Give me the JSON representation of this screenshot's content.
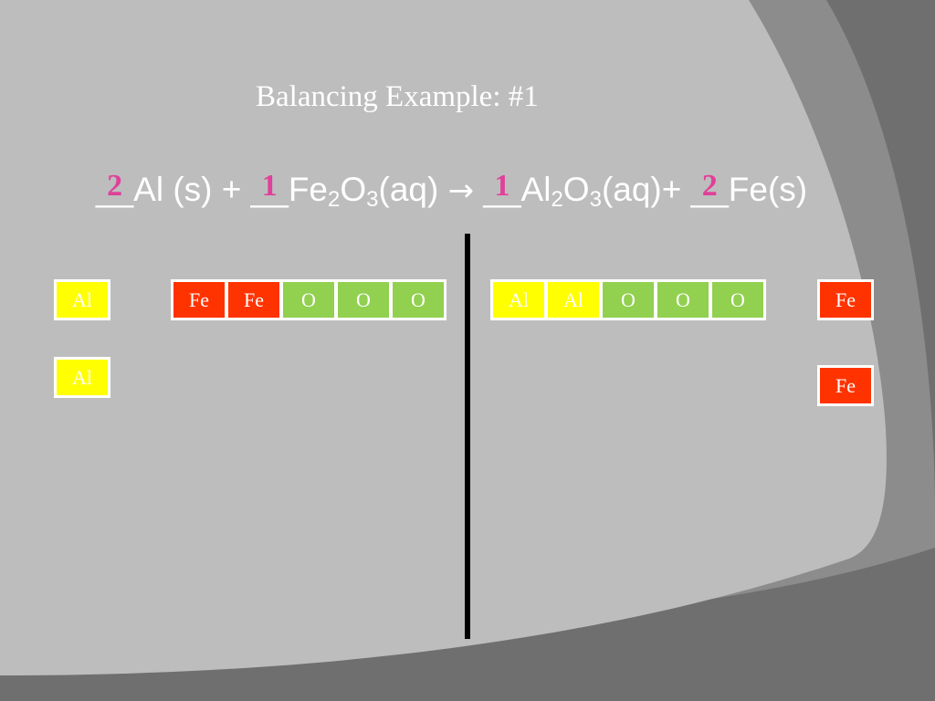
{
  "slide": {
    "title": "Balancing Example:  #1",
    "colors": {
      "background_light": "#bdbdbd",
      "background_mid": "#8c8c8c",
      "background_dark": "#6f6f6f",
      "coefficient": "#e0409a",
      "aluminum": "#ffff00",
      "iron": "#ff3300",
      "oxygen": "#92d050",
      "divider": "#000000"
    }
  },
  "equation": {
    "blank": "__",
    "term1": {
      "coefficient": "2",
      "text": "Al (s) +  "
    },
    "term2": {
      "coefficient": "1",
      "text_a": "Fe",
      "sub_a": "2",
      "text_b": "O",
      "sub_b": "3",
      "text_c": "(aq)"
    },
    "arrow": "→",
    "term3": {
      "coefficient": "1",
      "text_a": "Al",
      "sub_a": "2",
      "text_b": "O",
      "sub_b": "3",
      "text_c": "(aq)+ "
    },
    "term4": {
      "coefficient": "2",
      "text": "Fe(s)"
    }
  },
  "tiles": {
    "left": {
      "al_1": "Al",
      "al_2": "Al",
      "fe2o3": [
        "Fe",
        "Fe",
        "O",
        "O",
        "O"
      ]
    },
    "right": {
      "al2o3": [
        "Al",
        "Al",
        "O",
        "O",
        "O"
      ],
      "fe_1": "Fe",
      "fe_2": "Fe"
    }
  }
}
